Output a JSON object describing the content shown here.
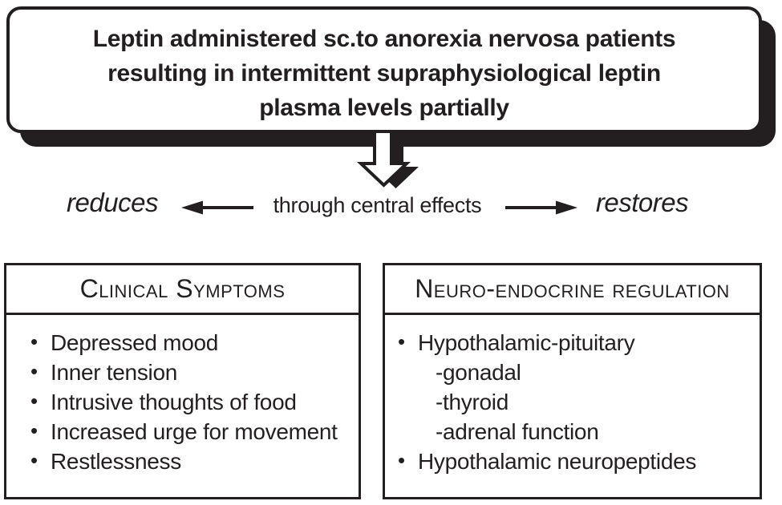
{
  "ink_color": "#231f20",
  "top_box": {
    "line1": "Leptin administered sc.to anorexia nervosa patients",
    "line2": "resulting in intermittent supraphysiological leptin",
    "line3": "plasma levels partially"
  },
  "flow": {
    "reduces_label": "reduces",
    "center_label": "through central effects",
    "restores_label": "restores"
  },
  "icons": {
    "down_arrow": "hollow-down-arrow-with-shadow",
    "left_arrow": "left-arrow",
    "right_arrow": "right-arrow"
  },
  "clinical_panel": {
    "title": "Clinical Symptoms",
    "items": [
      "Depressed mood",
      "Inner tension",
      "Intrusive thoughts of food",
      "Increased urge for movement",
      "Restlessness"
    ]
  },
  "neuro_panel": {
    "title": "Neuro-endocrine regulation",
    "items": [
      "Hypothalamic-pituitary",
      "-gonadal",
      "-thyroid",
      "-adrenal function",
      "Hypothalamic neuropeptides"
    ]
  }
}
